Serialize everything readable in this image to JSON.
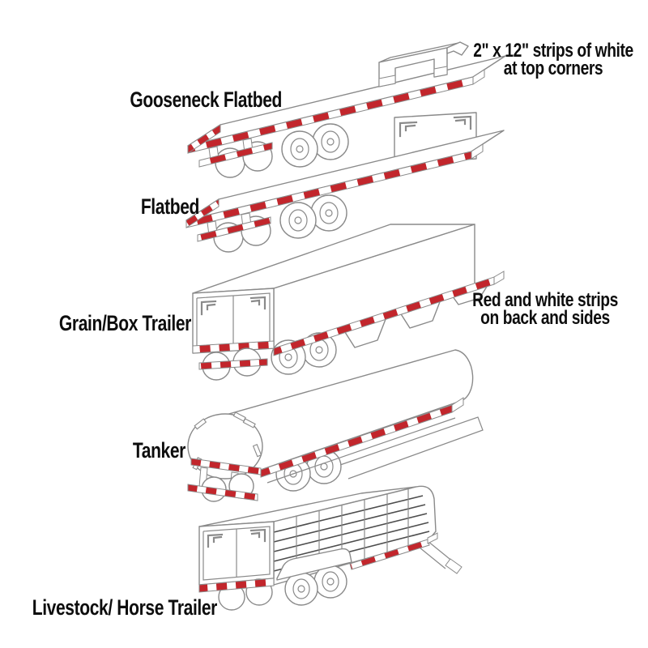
{
  "page": {
    "background": "#ffffff"
  },
  "colors": {
    "tape_red": "#c2262c",
    "outline_gray": "#8a8a8a",
    "label_black": "#0d0d0d"
  },
  "trailers": [
    {
      "id": "gooseneck-flatbed",
      "label": "Gooseneck Flatbed"
    },
    {
      "id": "flatbed",
      "label": "Flatbed"
    },
    {
      "id": "grain-box-trailer",
      "label": "Grain/Box Trailer"
    },
    {
      "id": "tanker",
      "label": "Tanker"
    },
    {
      "id": "livestock-horse-trailer",
      "label": "Livestock/ Horse Trailer"
    }
  ],
  "annotations": [
    {
      "id": "top-corners-note",
      "line1": "2\" x 12\" strips of white",
      "line2": "at top corners"
    },
    {
      "id": "back-sides-note",
      "line1": "Red and white strips",
      "line2": "on back and sides"
    }
  ]
}
